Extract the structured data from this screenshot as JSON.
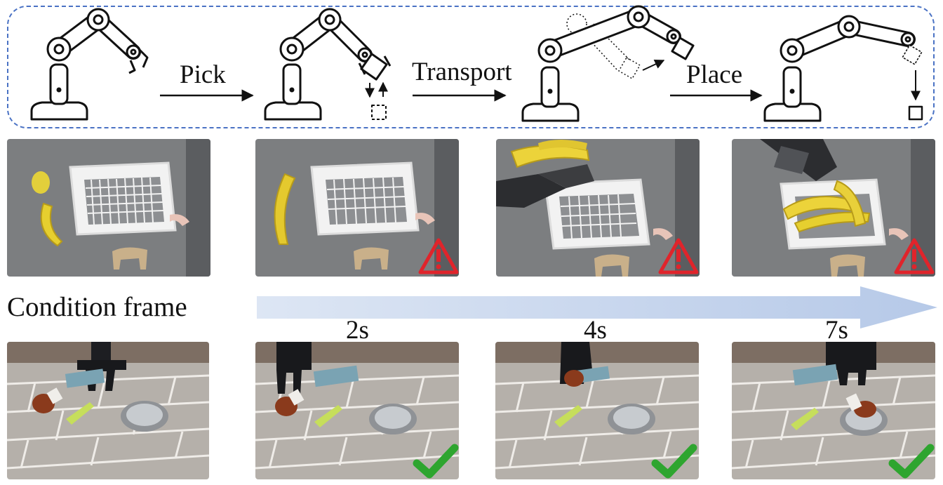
{
  "pipeline": {
    "stages": [
      {
        "label": "Pick"
      },
      {
        "label": "Transport"
      },
      {
        "label": "Place"
      }
    ]
  },
  "timeline": {
    "condition_label": "Condition frame",
    "times": [
      "2s",
      "4s",
      "7s"
    ]
  },
  "icons": {
    "warning": "warning-triangle-icon",
    "success": "checkmark-icon"
  },
  "colors": {
    "border": "#4a72c4",
    "warning": "#e0242b",
    "success": "#2ea52f",
    "arrow": "#c7d6ee"
  }
}
